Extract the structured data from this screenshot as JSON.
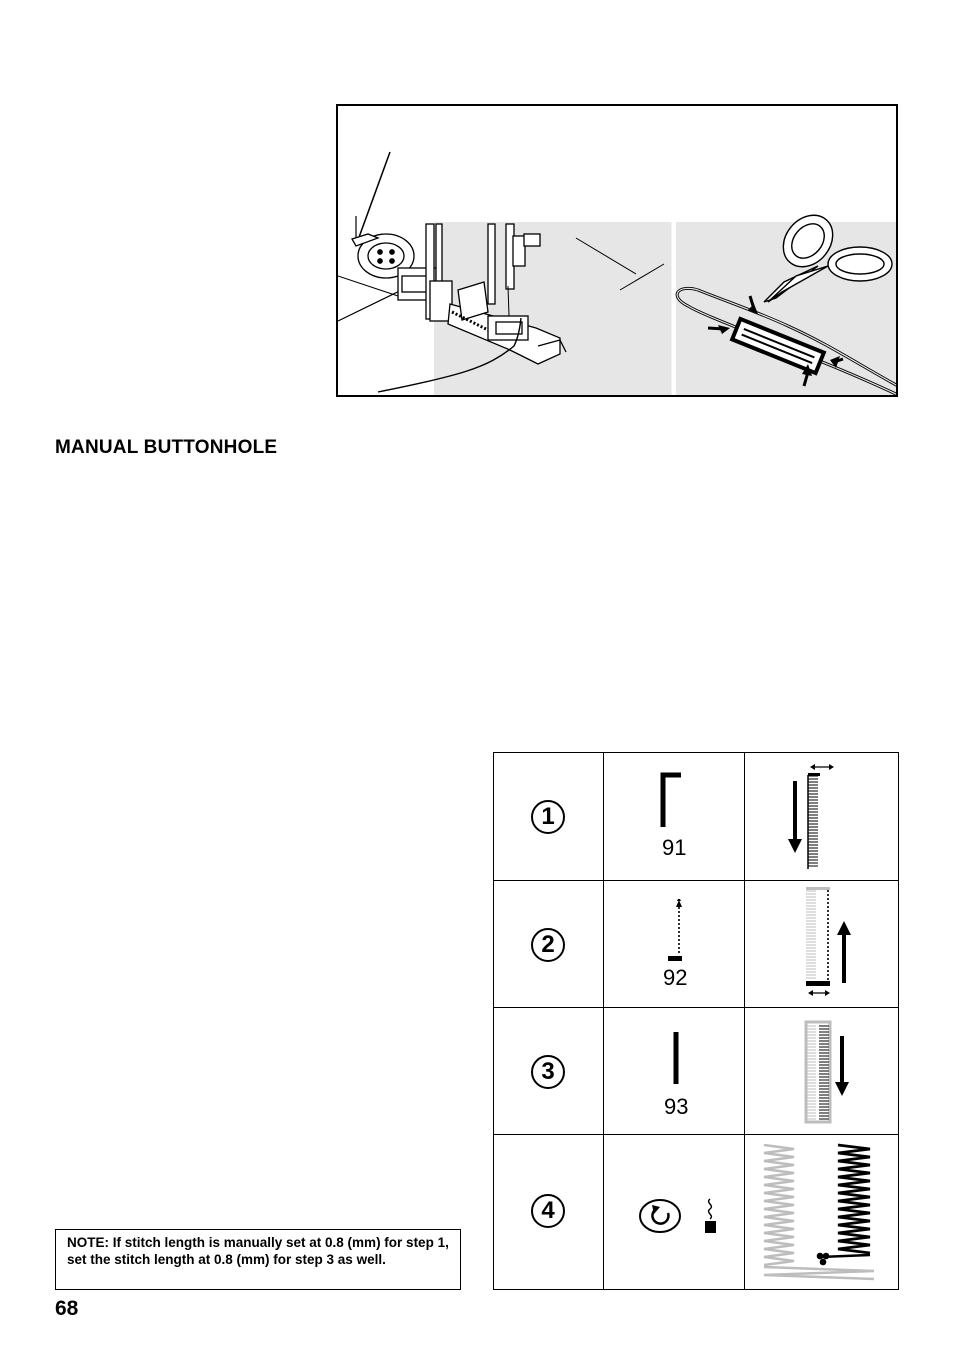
{
  "heading": "MANUAL BUTTONHOLE",
  "steps": [
    {
      "number": "1",
      "pattern": "91"
    },
    {
      "number": "2",
      "pattern": "92"
    },
    {
      "number": "3",
      "pattern": "93"
    },
    {
      "number": "4",
      "pattern": ""
    }
  ],
  "icons": {
    "step4_left": "reverse-button-icon",
    "step4_right": "locking-stitch-icon"
  },
  "note": "NOTE: If stitch length is manually set at 0.8 (mm) for step 1, set the stitch length at 0.8 (mm) for step 3 as well.",
  "page_number": "68",
  "colors": {
    "panel_gray": "#e6e6e6",
    "stitch_gray": "#bdbdbd"
  }
}
